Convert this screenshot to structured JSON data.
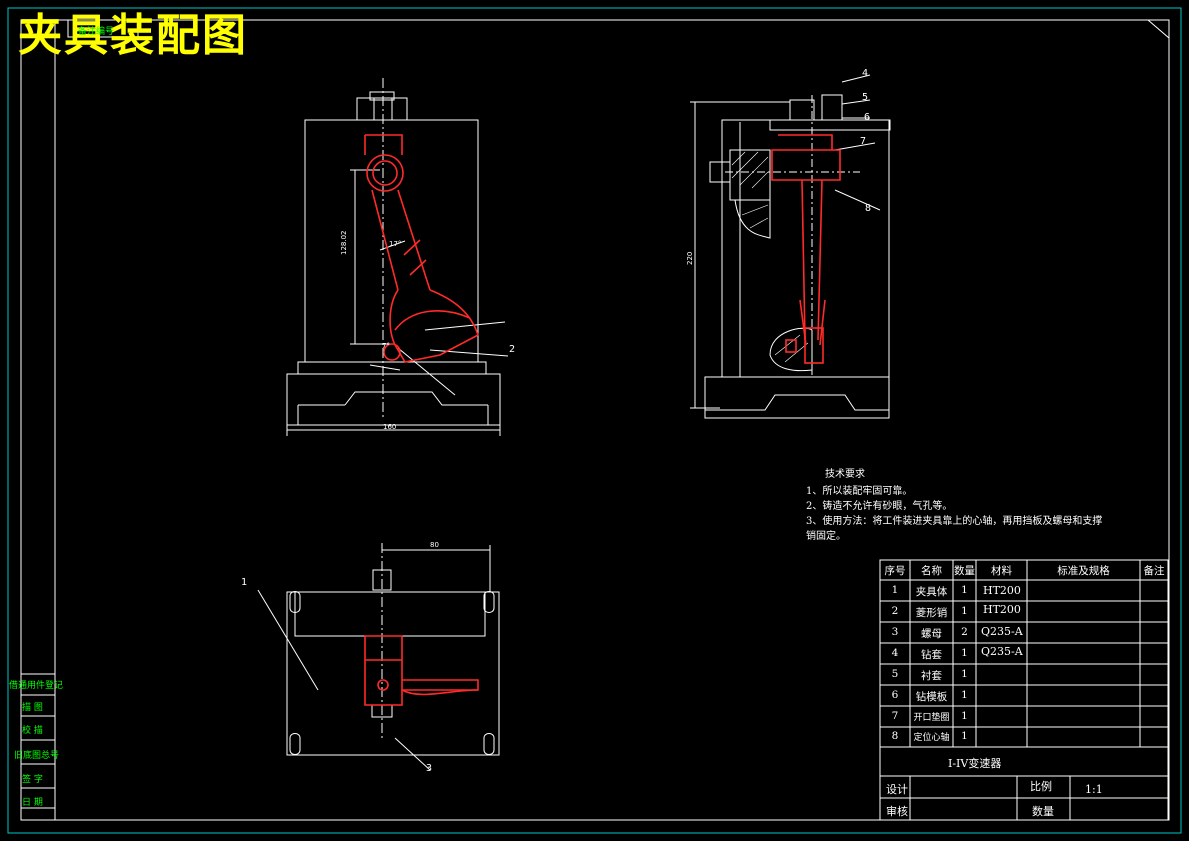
{
  "drawing_title": "夹具装配图",
  "top_left_stamp": "备注编号",
  "left_strip": [
    "借通用件登记",
    "描 图",
    "校 描",
    "旧底图总号",
    "签 字",
    "日 期"
  ],
  "callouts": [
    "1",
    "2",
    "3",
    "4",
    "5",
    "6",
    "7",
    "8"
  ],
  "dimensions": {
    "d1": "128.02",
    "d2": "17°",
    "d3": "160",
    "d4": "220",
    "d5": "80",
    "d6": "7°"
  },
  "tech_requirements": {
    "heading": "技术要求",
    "items": [
      "1、所以装配牢固可靠。",
      "2、铸造不允许有砂眼，气孔等。",
      "3、使用方法：将工件装进夹具靠上的心轴，再用挡板及螺母和支撑",
      "销固定。"
    ]
  },
  "bom": {
    "headers": [
      "序号",
      "名称",
      "数量",
      "材料",
      "标准及规格",
      "备注"
    ],
    "rows": [
      [
        "1",
        "夹具体",
        "1",
        "HT200"
      ],
      [
        "2",
        "菱形销",
        "1",
        "HT200"
      ],
      [
        "3",
        "螺母",
        "2",
        "Q235-A"
      ],
      [
        "4",
        "钻套",
        "1",
        "Q235-A"
      ],
      [
        "5",
        "衬套",
        "1",
        ""
      ],
      [
        "6",
        "钻模板",
        "1",
        ""
      ],
      [
        "7",
        "开口垫圈",
        "1",
        ""
      ],
      [
        "8",
        "定位心轴",
        "1",
        ""
      ]
    ]
  },
  "title_block": {
    "product": "I-IV变速器",
    "design_label": "设计",
    "review_label": "审核",
    "scale_label": "比例",
    "scale_value": "1:1",
    "qty_label": "数量"
  }
}
